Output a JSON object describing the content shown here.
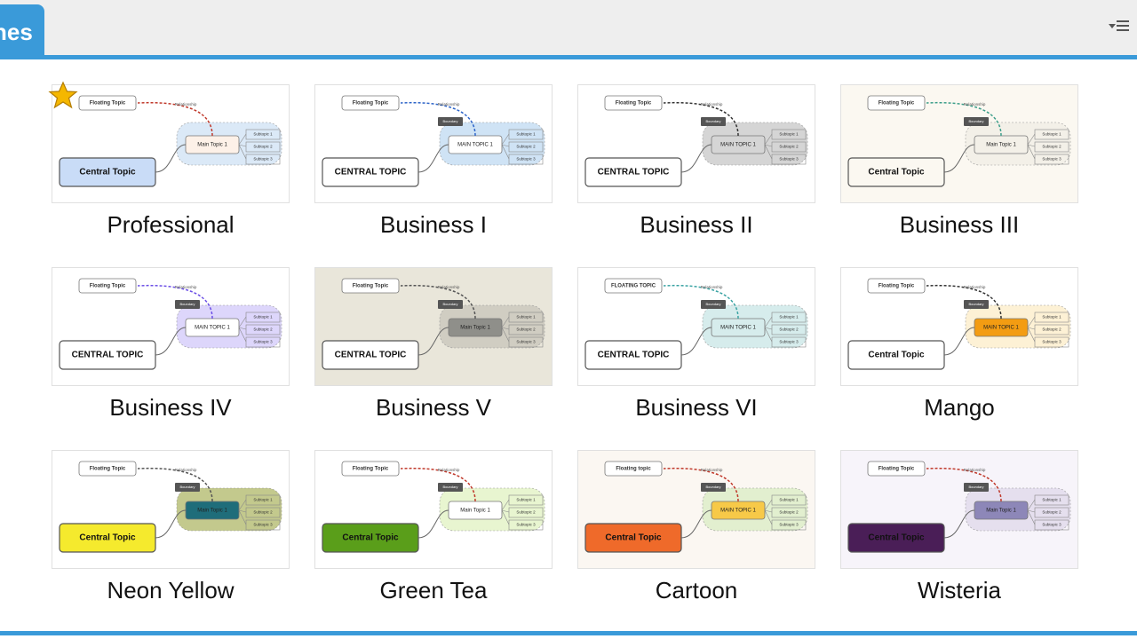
{
  "header": {
    "tab_label": "Themes",
    "tab_label_visible": "nes",
    "menu_icon": "dropdown-list-icon"
  },
  "themes": [
    {
      "name": "Professional",
      "current": true,
      "colors": {
        "bg": "#ffffff",
        "boundary": "#dbe9f7",
        "main": "#fdf1e8",
        "central": "#c9dcf7",
        "rel": "#c0392b"
      },
      "thumb": {
        "floating": "Floating Topic",
        "relationship": "Relationship",
        "main": "Main Topic 1",
        "central": "Central Topic",
        "subs": [
          "Subtopic 1",
          "Subtopic 2",
          "Subtopic 3"
        ],
        "boundary": ""
      }
    },
    {
      "name": "Business I",
      "colors": {
        "bg": "#ffffff",
        "boundary": "#cfe3f5",
        "main": "#ffffff",
        "central": "#ffffff",
        "rel": "#2d64c8"
      },
      "thumb": {
        "floating": "Floating Topic",
        "relationship": "Relationship",
        "main": "MAIN TOPIC 1",
        "central": "CENTRAL TOPIC",
        "subs": [
          "Subtopic 1",
          "Subtopic 2",
          "Subtopic 3"
        ],
        "boundary": "Boundary"
      }
    },
    {
      "name": "Business II",
      "colors": {
        "bg": "#ffffff",
        "boundary": "#d5d5d5",
        "main": "#d5d5d5",
        "central": "#ffffff",
        "rel": "#333333"
      },
      "thumb": {
        "floating": "Floating Topic",
        "relationship": "Relationship",
        "main": "MAIN TOPIC 1",
        "central": "CENTRAL TOPIC",
        "subs": [
          "Subtopic 1",
          "Subtopic 2",
          "Subtopic 3"
        ],
        "boundary": "Boundary"
      }
    },
    {
      "name": "Business III",
      "colors": {
        "bg": "#fbf8f1",
        "boundary": "#f3f0e8",
        "main": "#f3f0e8",
        "central": "#fbf8f1",
        "rel": "#3c9e8a"
      },
      "thumb": {
        "floating": "Floating Topic",
        "relationship": "Relationship",
        "main": "Main Topic 1",
        "central": "Central Topic",
        "subs": [
          "Subtopic 1",
          "Subtopic 2",
          "Subtopic 3"
        ],
        "boundary": "Boundary"
      }
    },
    {
      "name": "Business IV",
      "colors": {
        "bg": "#ffffff",
        "boundary": "#ddd6fb",
        "main": "#ffffff",
        "central": "#ffffff",
        "rel": "#6b4ee6"
      },
      "thumb": {
        "floating": "Floating Topic",
        "relationship": "Relationship",
        "main": "MAIN TOPIC 1",
        "central": "CENTRAL TOPIC",
        "subs": [
          "Subtopic 1",
          "Subtopic 2",
          "Subtopic 3"
        ],
        "boundary": "Boundary"
      }
    },
    {
      "name": "Business V",
      "colors": {
        "bg": "#e9e6da",
        "boundary": "#d0cdc2",
        "main": "#8f8f8a",
        "central": "#ffffff",
        "rel": "#555555"
      },
      "thumb": {
        "floating": "Floating Topic",
        "relationship": "Relationship",
        "main": "Main Topic 1",
        "central": "CENTRAL TOPIC",
        "subs": [
          "Subtopic 1",
          "Subtopic 2",
          "Subtopic 3"
        ],
        "boundary": "Boundary"
      }
    },
    {
      "name": "Business VI",
      "colors": {
        "bg": "#ffffff",
        "boundary": "#d6ecec",
        "main": "#d6ecec",
        "central": "#ffffff",
        "rel": "#3aa3a3"
      },
      "thumb": {
        "floating": "FLOATING TOPIC",
        "relationship": "Relationship",
        "main": "MAIN TOPIC 1",
        "central": "CENTRAL TOPIC",
        "subs": [
          "Subtopic 1",
          "Subtopic 2",
          "Subtopic 3"
        ],
        "boundary": "Boundary"
      }
    },
    {
      "name": "Mango",
      "colors": {
        "bg": "#ffffff",
        "boundary": "#fdf1d5",
        "main": "#f39c12",
        "central": "#ffffff",
        "rel": "#333333"
      },
      "thumb": {
        "floating": "Floating Topic",
        "relationship": "Relationship",
        "main": "MAIN TOPIC 1",
        "central": "Central Topic",
        "subs": [
          "Subtopic 1",
          "Subtopic 2",
          "Subtopic 3"
        ],
        "boundary": "Boundary"
      }
    },
    {
      "name": "Neon Yellow",
      "colors": {
        "bg": "#ffffff",
        "boundary": "#c3c98d",
        "main": "#1f6d7a",
        "central": "#f5ea2d",
        "rel": "#555555"
      },
      "thumb": {
        "floating": "Floating Topic",
        "relationship": "Relationship",
        "main": "Main Topic 1",
        "central": "Central Topic",
        "subs": [
          "Subtopic 1",
          "Subtopic 2",
          "Subtopic 3"
        ],
        "boundary": "Boundary"
      }
    },
    {
      "name": "Green Tea",
      "colors": {
        "bg": "#ffffff",
        "boundary": "#e8f5d0",
        "main": "#ffffff",
        "central": "#5a9e1a",
        "rel": "#c0392b"
      },
      "thumb": {
        "floating": "Floating Topic",
        "relationship": "Relationship",
        "main": "Main Topic 1",
        "central": "Central Topic",
        "subs": [
          "Subtopic 1",
          "Subtopic 2",
          "Subtopic 3"
        ],
        "boundary": "Boundary"
      }
    },
    {
      "name": "Cartoon",
      "colors": {
        "bg": "#fbf7f2",
        "boundary": "#e2efcf",
        "main": "#f7c948",
        "central": "#ef6a2a",
        "rel": "#c0392b"
      },
      "thumb": {
        "floating": "Floating topic",
        "relationship": "Relationship",
        "main": "MAIN TOPIC 1",
        "central": "Central Topic",
        "subs": [
          "Subtopic 1",
          "Subtopic 2",
          "Subtopic 3"
        ],
        "boundary": "Boundary"
      }
    },
    {
      "name": "Wisteria",
      "colors": {
        "bg": "#f7f4fa",
        "boundary": "#e5dfee",
        "main": "#8d87b8",
        "central": "#4a1e57",
        "rel": "#c0392b"
      },
      "thumb": {
        "floating": "Floating Topic",
        "relationship": "Relationship",
        "main": "Main Topic 1",
        "central": "Central Topic",
        "subs": [
          "Subtopic 1",
          "Subtopic 2",
          "Subtopic 3"
        ],
        "boundary": "Boundary"
      }
    }
  ]
}
